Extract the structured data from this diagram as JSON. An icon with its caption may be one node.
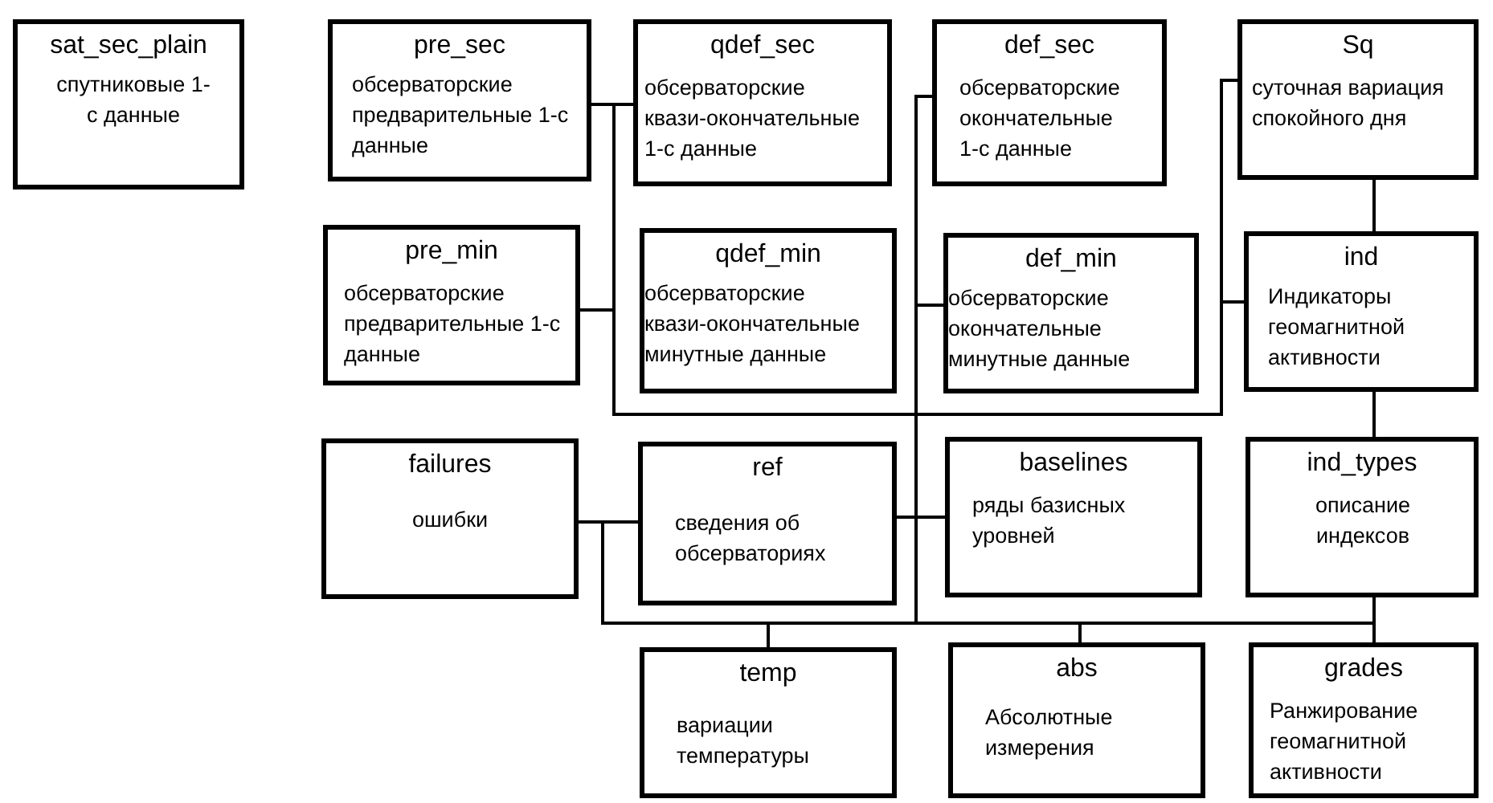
{
  "diagram": {
    "nodes": [
      {
        "text": [
          "sat_sec_plain",
          "спутниковые 1-с данные"
        ]
      },
      {
        "text": [
          "pre_sec",
          "обсерваторские предварительные 1-с данные"
        ]
      },
      {
        "text": [
          "qdef_sec",
          "обсерваторские квази-окончательные 1-с данные"
        ]
      },
      {
        "text": [
          "def_sec",
          "обсерваторские окончательные 1-с данные"
        ]
      },
      {
        "text": [
          "Sq",
          "суточная вариация спокойного дня"
        ]
      },
      {
        "text": [
          "pre_min",
          "обсерваторские предварительные 1-с данные"
        ]
      },
      {
        "text": [
          "qdef_min",
          "обсерваторские квази-окончательные минутные данные"
        ]
      },
      {
        "text": [
          "def_min",
          "обсерваторские окончательные минутные данные"
        ]
      },
      {
        "text": [
          "ind",
          "Индикаторы геомагнитной активности"
        ]
      },
      {
        "text": [
          "failures",
          "ошибки"
        ]
      },
      {
        "text": [
          "ref",
          "сведения об обсерваториях"
        ]
      },
      {
        "text": [
          "baselines",
          "ряды базисных уровней"
        ]
      },
      {
        "text": [
          "ind_types",
          "описание индексов"
        ]
      },
      {
        "text": [
          "temp",
          "вариации температуры"
        ]
      },
      {
        "text": [
          "abs",
          "Абсолютные измерения"
        ]
      },
      {
        "text": [
          "grades",
          "Ранжирование геомагнитной активности"
        ]
      }
    ],
    "edges": [
      {
        "from": 1,
        "to": 2,
        "arrow": "none"
      },
      {
        "from": 1,
        "to": 5,
        "arrow": "none"
      },
      {
        "from": 1,
        "to": 4,
        "arrow": "none"
      },
      {
        "from": 4,
        "to": 8,
        "arrow": "none"
      },
      {
        "from": 8,
        "to": 12,
        "arrow": "none"
      },
      {
        "from": 12,
        "to": 15,
        "arrow": "none"
      },
      {
        "from": 5,
        "to": 8,
        "arrow": "none"
      },
      {
        "from": 3,
        "to": 10,
        "arrow": "none"
      },
      {
        "from": 7,
        "to": 10,
        "arrow": "none"
      },
      {
        "from": 10,
        "to": 11,
        "arrow": "none"
      },
      {
        "from": 9,
        "to": 10,
        "arrow": "none"
      },
      {
        "from": 9,
        "to": 13,
        "arrow": "none"
      },
      {
        "from": 13,
        "to": 14,
        "arrow": "none"
      },
      {
        "from": 14,
        "to": 15,
        "arrow": "none"
      },
      {
        "from": 3,
        "to": 14,
        "arrow": "none"
      }
    ]
  }
}
